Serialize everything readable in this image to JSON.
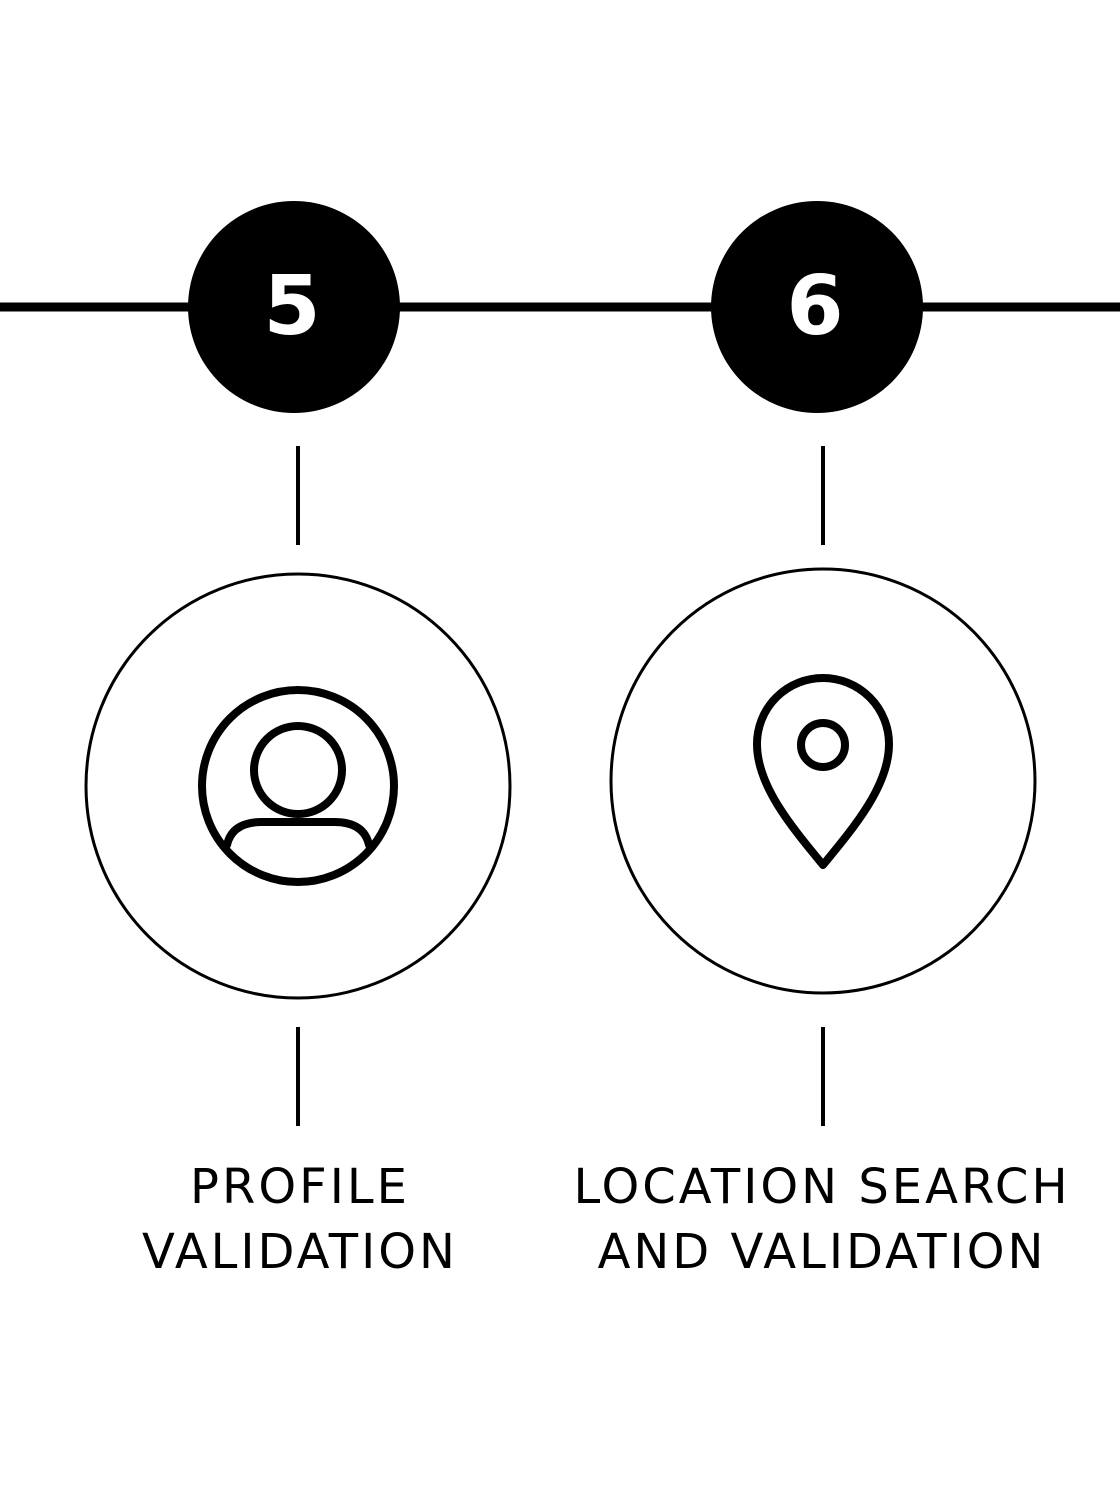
{
  "colors": {
    "ink": "#000000",
    "paper": "#ffffff",
    "number_text": "#ffffff"
  },
  "steps": [
    {
      "number": "5",
      "icon": "user-profile-icon",
      "label_lines": [
        "PROFILE",
        "VALIDATION"
      ]
    },
    {
      "number": "6",
      "icon": "location-pin-icon",
      "label_lines": [
        "LOCATION SEARCH",
        "AND VALIDATION"
      ]
    }
  ]
}
